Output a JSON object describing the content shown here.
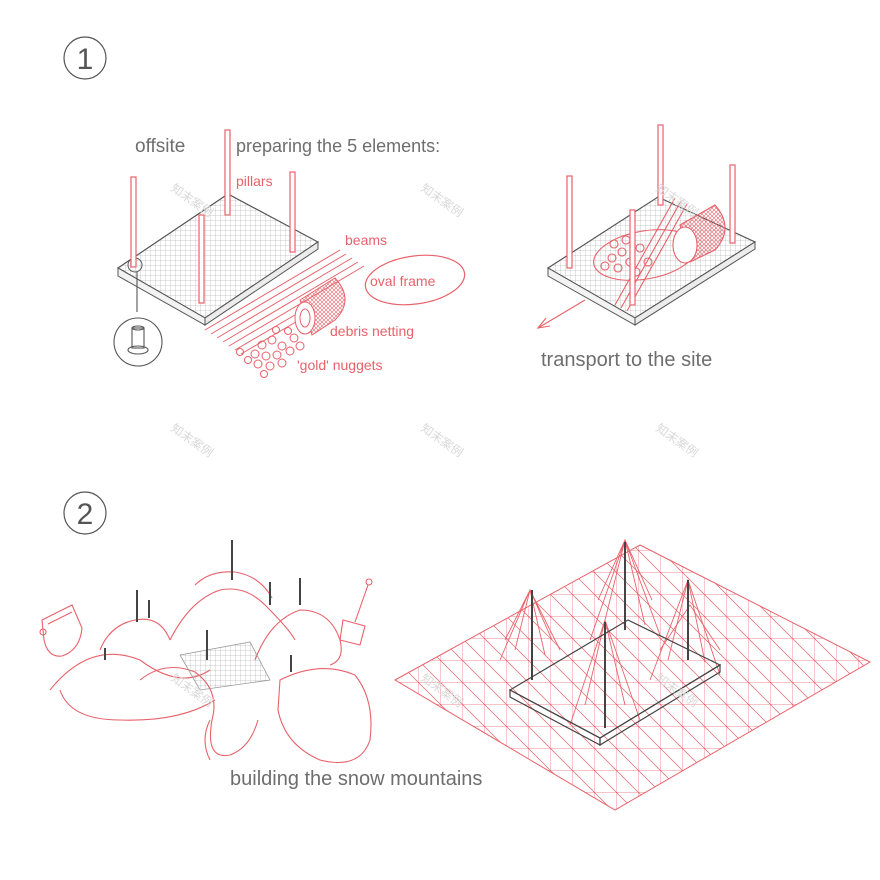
{
  "step1": {
    "number": "1",
    "offsite_label": "offsite",
    "heading": "preparing the 5 elements:",
    "elements": {
      "pillars": "pillars",
      "beams": "beams",
      "oval_frame": "oval frame",
      "debris_netting": "debris netting",
      "gold_nuggets": "'gold' nuggets"
    },
    "transport_label": "transport to the site"
  },
  "step2": {
    "number": "2",
    "caption": "building the snow mountains"
  },
  "watermark": "知末案例",
  "colors": {
    "accent_red": "#e8626a",
    "line_gray": "#555555",
    "label_gray": "#6e6e6e"
  }
}
